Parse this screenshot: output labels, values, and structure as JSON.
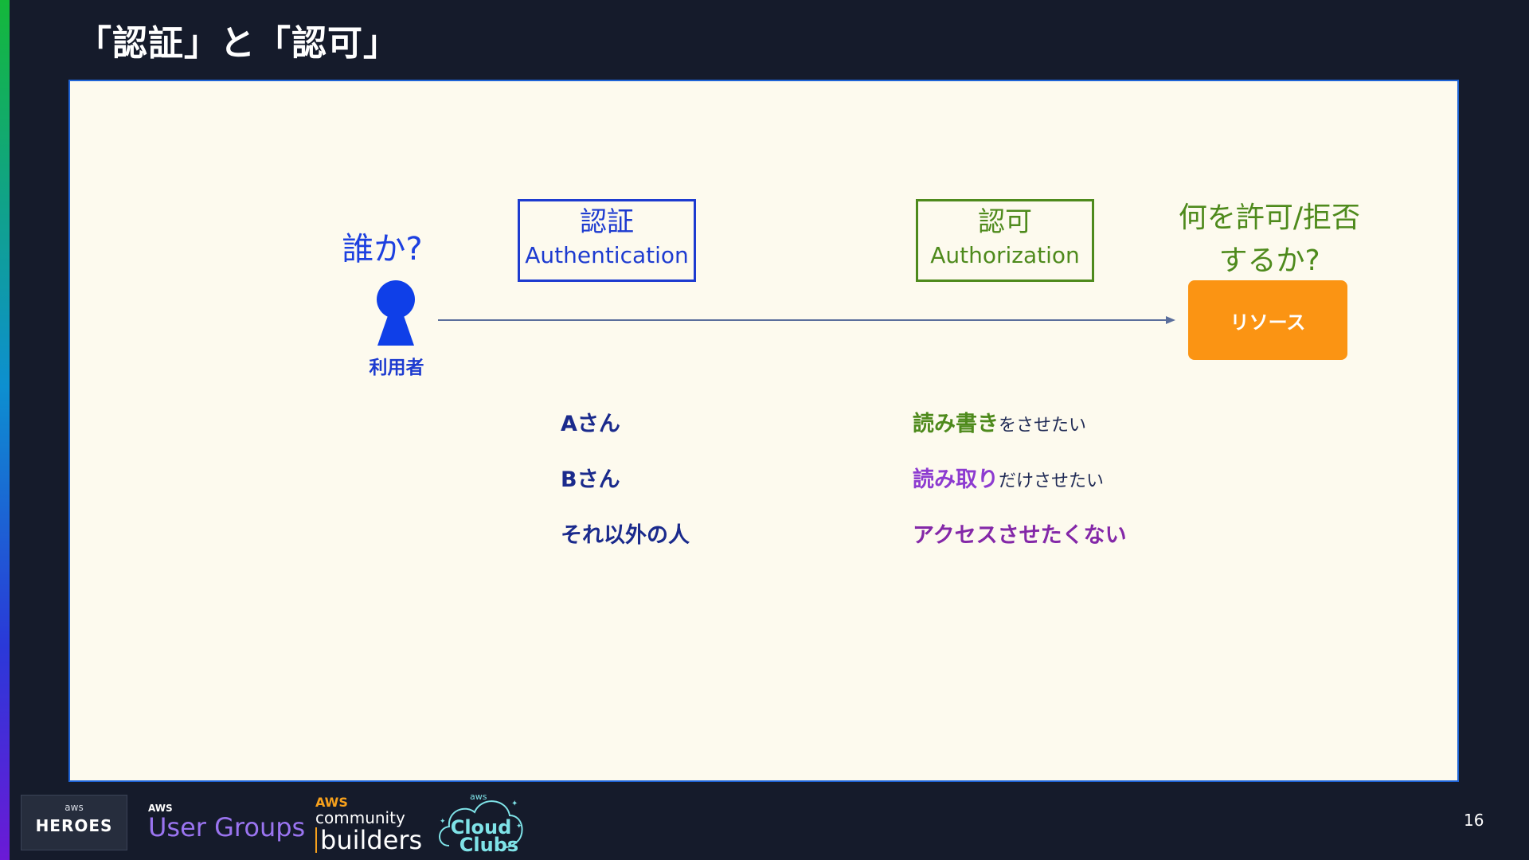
{
  "slide": {
    "title": "「認証」と「認可」",
    "page_number": "16"
  },
  "diagram": {
    "who_label": "誰か?",
    "user_icon": "person-icon",
    "user_label": "利用者",
    "authentication": {
      "jp": "認証",
      "en": "Authentication"
    },
    "authorization": {
      "jp": "認可",
      "en": "Authorization"
    },
    "question_line1": "何を許可/拒否",
    "question_line2": "するか?",
    "resource_label": "リソース"
  },
  "examples": [
    {
      "user": "Aさん",
      "perm_strong": "読み書き",
      "perm_tail": "をさせたい"
    },
    {
      "user": "Bさん",
      "perm_strong": "読み取り",
      "perm_tail": "だけさせたい"
    },
    {
      "user": "それ以外の人",
      "perm_strong": "アクセスさせたくない",
      "perm_tail": ""
    }
  ],
  "footer": {
    "heroes": {
      "aws": "aws",
      "text": "HEROES"
    },
    "user_groups": {
      "aws": "AWS",
      "text": "User Groups"
    },
    "community_builders": {
      "aws": "AWS",
      "community": "community",
      "builders": "builders"
    },
    "cloud_clubs": {
      "aws": "aws",
      "line1": "Cloud",
      "line2": "Clubs"
    }
  },
  "colors": {
    "background": "#151b2b",
    "panel": "#fdfaee",
    "panel_border": "#1e63d6",
    "authentication": "#1d3bd0",
    "authorization": "#4e8a1c",
    "resource": "#fb9413",
    "read_only": "#8d3bd0",
    "no_access": "#8428a8"
  }
}
